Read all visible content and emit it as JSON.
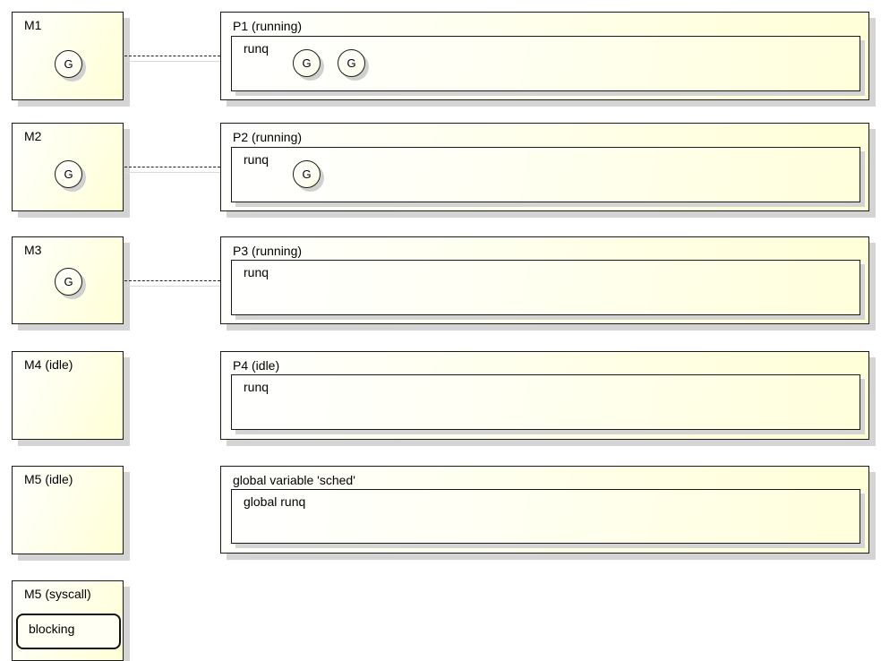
{
  "machines": [
    {
      "label": "M1",
      "goroutine": "G"
    },
    {
      "label": "M2",
      "goroutine": "G"
    },
    {
      "label": "M3",
      "goroutine": "G"
    },
    {
      "label": "M4 (idle)"
    },
    {
      "label": "M5 (idle)"
    },
    {
      "label": "M5 (syscall)",
      "blocking_label": "blocking"
    }
  ],
  "processors": [
    {
      "label": "P1 (running)",
      "queue_label": "runq",
      "goroutines": [
        "G",
        "G"
      ]
    },
    {
      "label": "P2 (running)",
      "queue_label": "runq",
      "goroutines": [
        "G"
      ]
    },
    {
      "label": "P3 (running)",
      "queue_label": "runq",
      "goroutines": []
    },
    {
      "label": "P4 (idle)",
      "queue_label": "runq",
      "goroutines": []
    }
  ],
  "sched": {
    "label": "global variable 'sched'",
    "queue_label": "global runq"
  }
}
